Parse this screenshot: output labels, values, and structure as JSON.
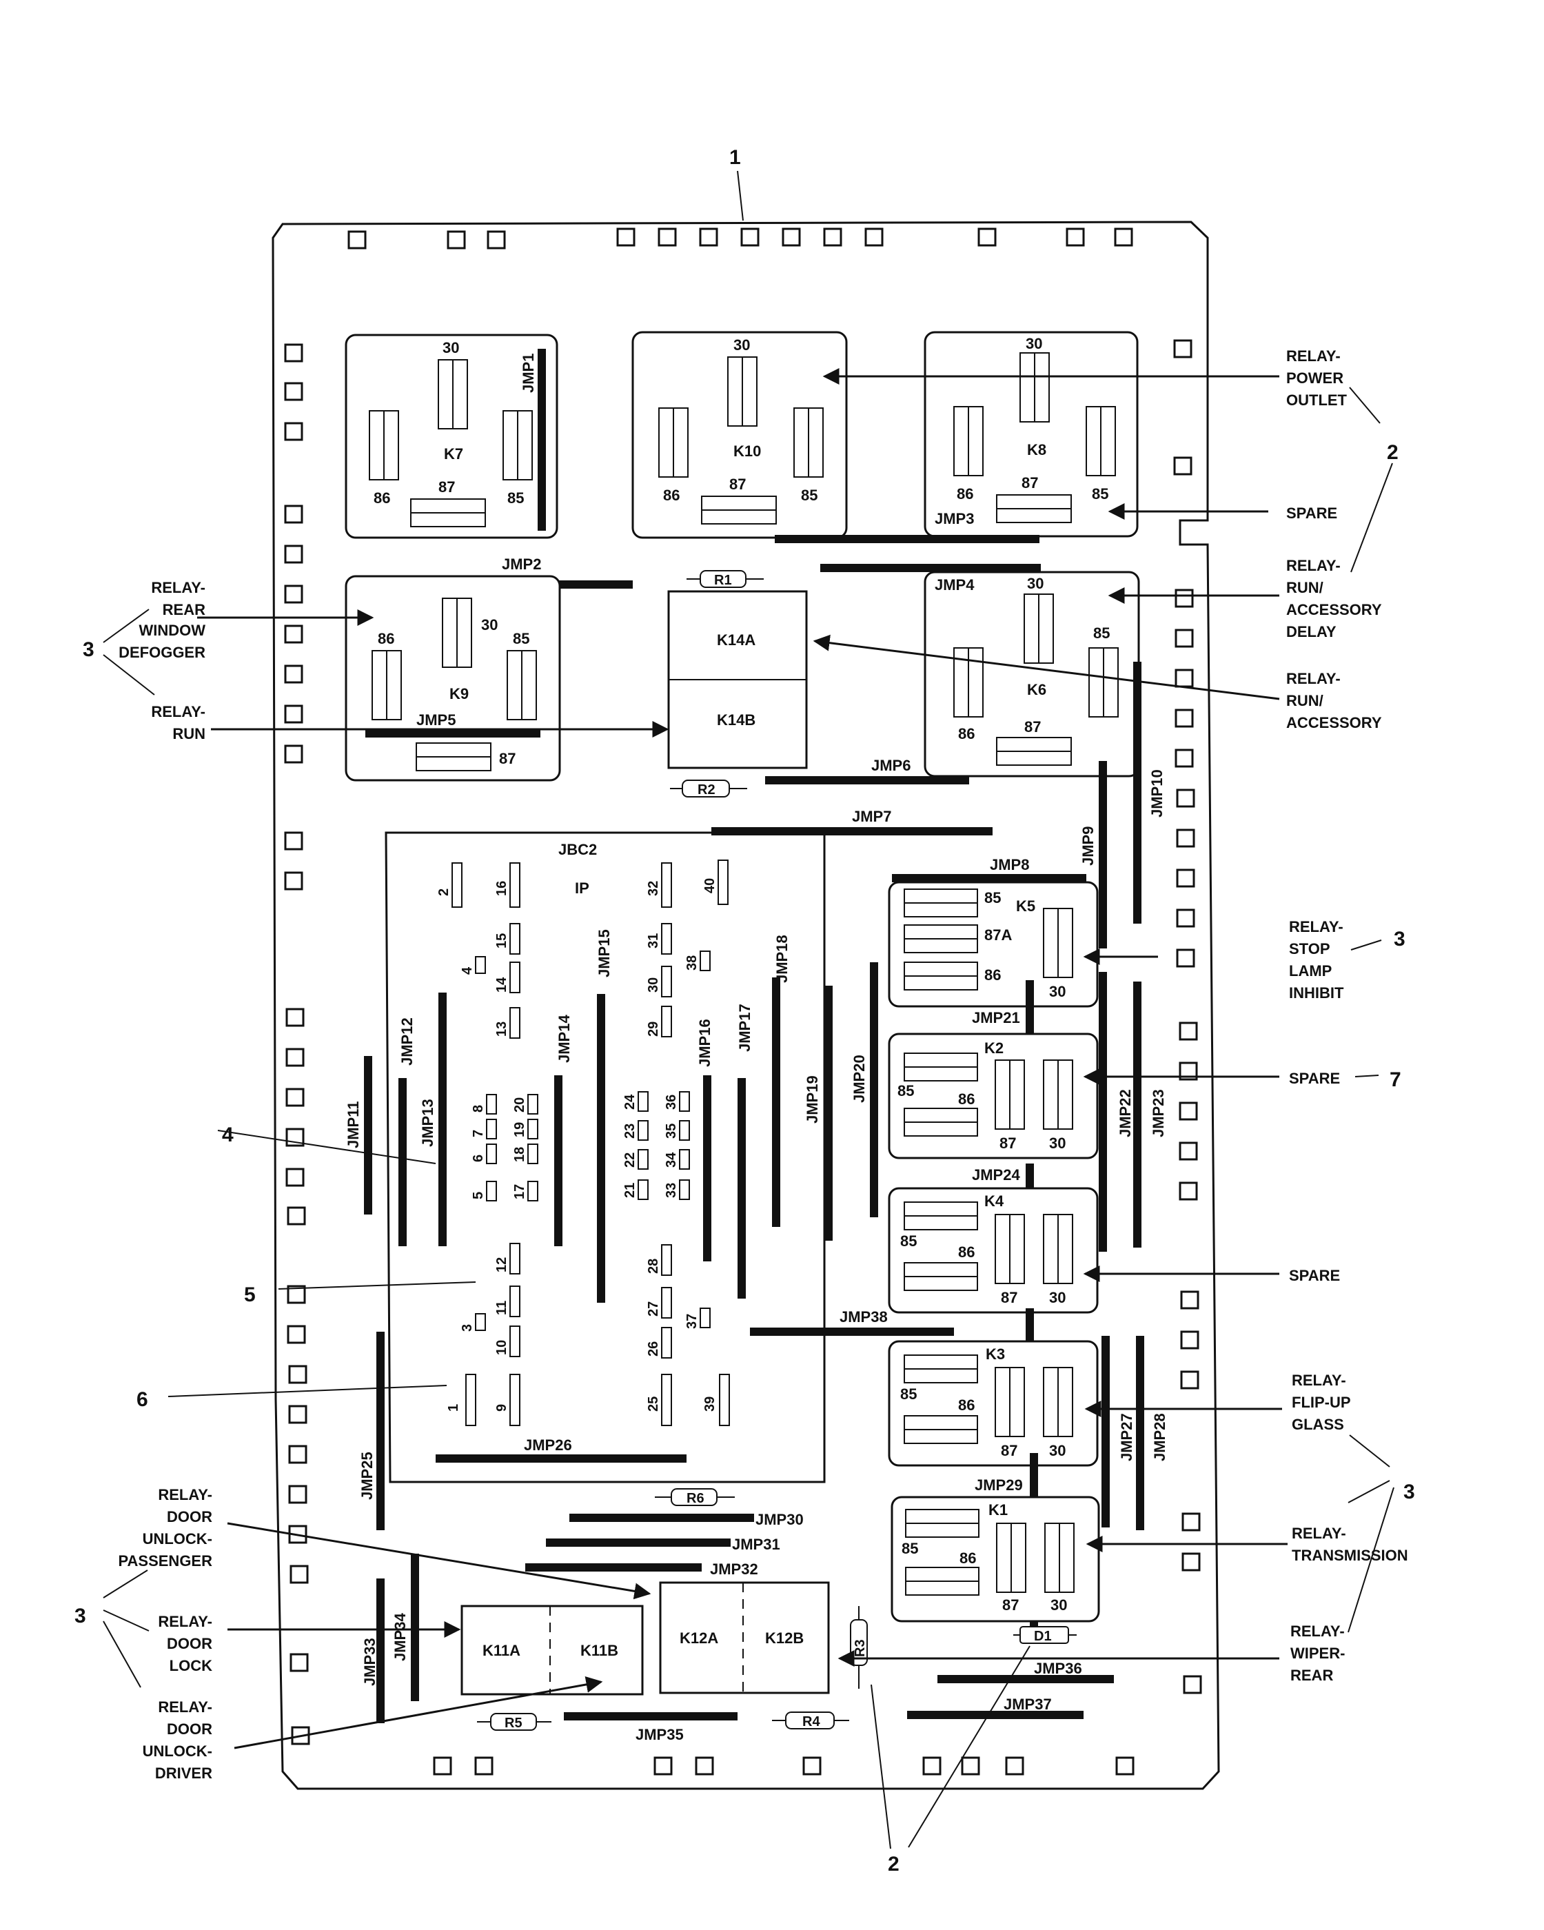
{
  "callouts": {
    "c1": "1",
    "c2a": "2",
    "c2b": "2",
    "c3a": "3",
    "c3b": "3",
    "c3c": "3",
    "c3d": "3",
    "c4": "4",
    "c5": "5",
    "c6": "6",
    "c7": "7"
  },
  "relays": {
    "K7": {
      "name": "K7",
      "p30": "30",
      "p86": "86",
      "p85": "85",
      "p87": "87"
    },
    "K10": {
      "name": "K10",
      "p30": "30",
      "p86": "86",
      "p85": "85",
      "p87": "87"
    },
    "K8": {
      "name": "K8",
      "p30": "30",
      "p86": "86",
      "p85": "85",
      "p87": "87"
    },
    "K9": {
      "name": "K9",
      "p30": "30",
      "p86": "86",
      "p85": "85",
      "p87": "87"
    },
    "K6": {
      "name": "K6",
      "p30": "30",
      "p86": "86",
      "p85": "85",
      "p87": "87"
    },
    "K5": {
      "name": "K5",
      "p85": "85",
      "p87a": "87A",
      "p86": "86",
      "p30": "30"
    },
    "K2": {
      "name": "K2",
      "p85": "85",
      "p86": "86",
      "p87": "87",
      "p30": "30"
    },
    "K4": {
      "name": "K4",
      "p85": "85",
      "p86": "86",
      "p87": "87",
      "p30": "30"
    },
    "K3": {
      "name": "K3",
      "p85": "85",
      "p86": "86",
      "p87": "87",
      "p30": "30"
    },
    "K1": {
      "name": "K1",
      "p85": "85",
      "p86": "86",
      "p87": "87",
      "p30": "30"
    }
  },
  "modules": {
    "K14A": "K14A",
    "K14B": "K14B",
    "K11A": "K11A",
    "K11B": "K11B",
    "K12A": "K12A",
    "K12B": "K12B"
  },
  "resistors": {
    "R1": "R1",
    "R2": "R2",
    "R3": "R3",
    "R4": "R4",
    "R5": "R5",
    "R6": "R6",
    "D1": "D1"
  },
  "jumpers": {
    "JMP1": "JMP1",
    "JMP2": "JMP2",
    "JMP3": "JMP3",
    "JMP4": "JMP4",
    "JMP5": "JMP5",
    "JMP6": "JMP6",
    "JMP7": "JMP7",
    "JMP8": "JMP8",
    "JMP9": "JMP9",
    "JMP10": "JMP10",
    "JMP11": "JMP11",
    "JMP12": "JMP12",
    "JMP13": "JMP13",
    "JMP14": "JMP14",
    "JMP15": "JMP15",
    "JMP16": "JMP16",
    "JMP17": "JMP17",
    "JMP18": "JMP18",
    "JMP19": "JMP19",
    "JMP20": "JMP20",
    "JMP21": "JMP21",
    "JMP22": "JMP22",
    "JMP23": "JMP23",
    "JMP24": "JMP24",
    "JMP25": "JMP25",
    "JMP26": "JMP26",
    "JMP27": "JMP27",
    "JMP28": "JMP28",
    "JMP29": "JMP29",
    "JMP30": "JMP30",
    "JMP31": "JMP31",
    "JMP32": "JMP32",
    "JMP33": "JMP33",
    "JMP34": "JMP34",
    "JMP35": "JMP35",
    "JMP36": "JMP36",
    "JMP37": "JMP37",
    "JMP38": "JMP38"
  },
  "jbc": {
    "title": "JBC2",
    "ip": "IP"
  },
  "fuse_numbers": [
    "1",
    "2",
    "3",
    "4",
    "5",
    "6",
    "7",
    "8",
    "9",
    "10",
    "11",
    "12",
    "13",
    "14",
    "15",
    "16",
    "17",
    "18",
    "19",
    "20",
    "21",
    "22",
    "23",
    "24",
    "25",
    "26",
    "27",
    "28",
    "29",
    "30",
    "31",
    "32",
    "33",
    "34",
    "35",
    "36",
    "37",
    "38",
    "39",
    "40"
  ],
  "labels": {
    "power_outlet": [
      "RELAY-",
      "POWER",
      "OUTLET"
    ],
    "spare_top": [
      "SPARE"
    ],
    "run_acc_delay": [
      "RELAY-",
      "RUN/",
      "ACCESSORY",
      "DELAY"
    ],
    "run_acc": [
      "RELAY-",
      "RUN/",
      "ACCESSORY"
    ],
    "rear_defogger": [
      "RELAY-",
      "REAR",
      "WINDOW",
      "DEFOGGER"
    ],
    "run": [
      "RELAY-",
      "RUN"
    ],
    "stop_lamp": [
      "RELAY-",
      "STOP",
      "LAMP",
      "INHIBIT"
    ],
    "spare_k2": [
      "SPARE"
    ],
    "spare_k4": [
      "SPARE"
    ],
    "flip_up": [
      "RELAY-",
      "FLIP-UP",
      "GLASS"
    ],
    "transmission": [
      "RELAY-",
      "TRANSMISSION"
    ],
    "wiper_rear": [
      "RELAY-",
      "WIPER-",
      "REAR"
    ],
    "door_unlock_pass": [
      "RELAY-",
      "DOOR",
      "UNLOCK-",
      "PASSENGER"
    ],
    "door_lock": [
      "RELAY-",
      "DOOR",
      "LOCK"
    ],
    "door_unlock_driver": [
      "RELAY-",
      "DOOR",
      "UNLOCK-",
      "DRIVER"
    ]
  }
}
